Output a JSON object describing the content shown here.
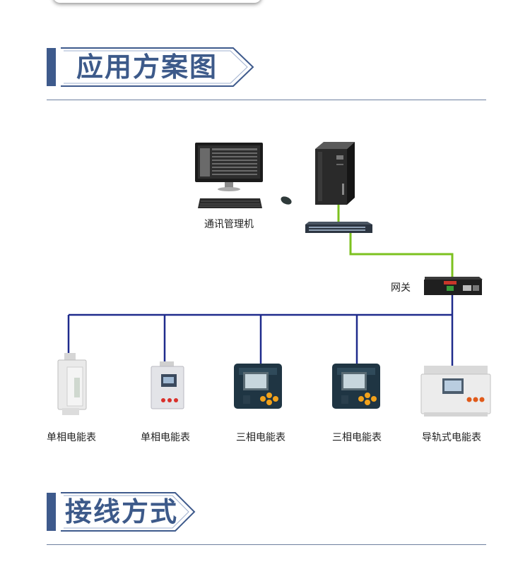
{
  "sections": {
    "application_title": "应用方案图",
    "wiring_title": "接线方式"
  },
  "diagram": {
    "mgmt_label": "通讯管理机",
    "gateway_label": "网关",
    "meters": [
      {
        "label": "单相电能表"
      },
      {
        "label": "单相电能表"
      },
      {
        "label": "三相电能表"
      },
      {
        "label": "三相电能表"
      },
      {
        "label": "导轨式电能表"
      }
    ]
  },
  "colors": {
    "accent": "#3e5a8c",
    "ethernet_line": "#7cc11f",
    "bus_line": "#1f2b8c"
  }
}
